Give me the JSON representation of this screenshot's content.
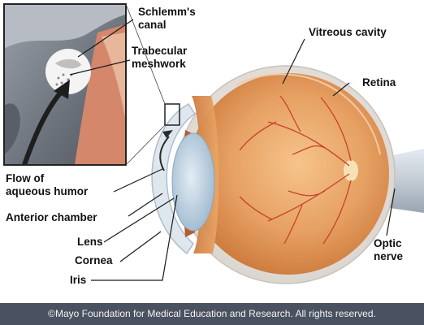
{
  "labels": {
    "schlemms_canal": [
      "Schlemm's",
      "canal"
    ],
    "trabecular_meshwork": [
      "Trabecular",
      "meshwork"
    ],
    "vitreous_cavity": "Vitreous cavity",
    "retina": "Retina",
    "flow_of_aqueous_humor": [
      "Flow of",
      "aqueous humor"
    ],
    "anterior_chamber": "Anterior chamber",
    "lens": "Lens",
    "cornea": "Cornea",
    "iris": "Iris",
    "optic_nerve": [
      "Optic",
      "nerve"
    ]
  },
  "footer": {
    "copyright": "©Mayo Foundation for Medical Education and Research.  All rights reserved."
  },
  "colors": {
    "sclera": "#ece7e2",
    "eyeball_orange": "#e39a58",
    "retina_vessel": "#c5432c",
    "lens_blue": "#b9cfe0",
    "inset_gray": "#6a6f78",
    "footer_bg": "#4a5160"
  }
}
